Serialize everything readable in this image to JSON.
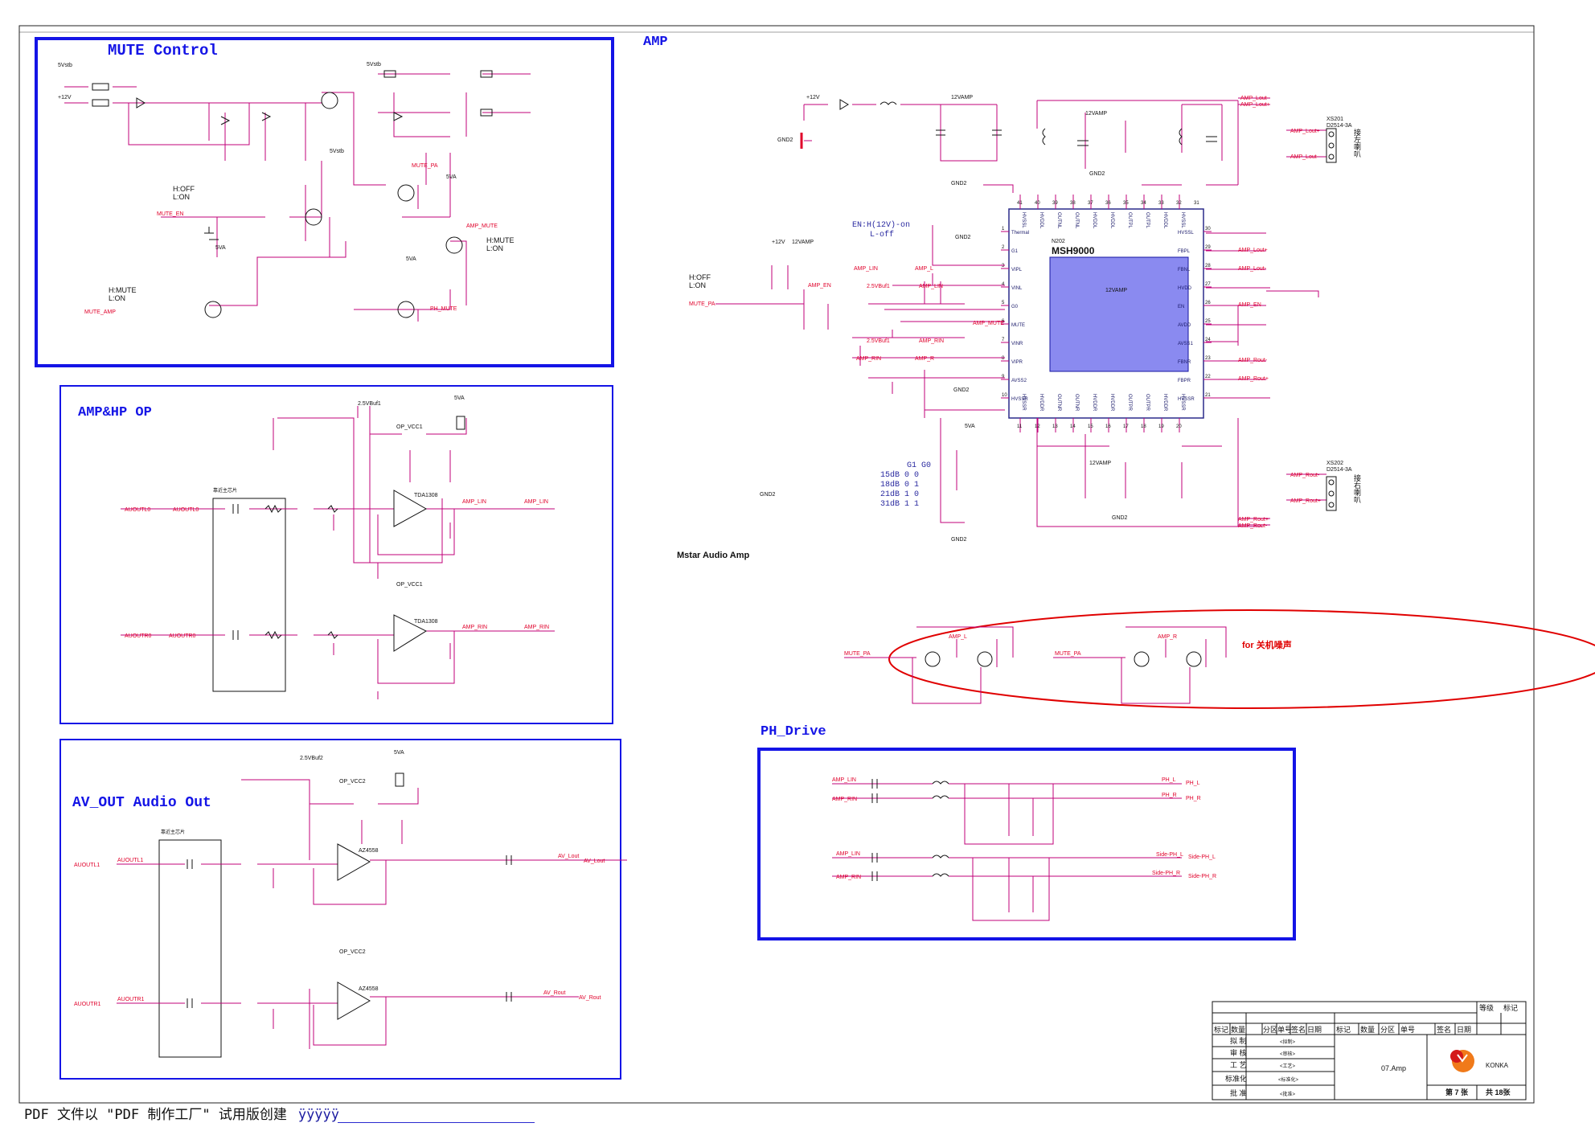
{
  "blocks": {
    "mute_control": "MUTE Control",
    "amp": "AMP",
    "amp_hp_op": "AMP&HP OP",
    "av_out": "AV_OUT Audio Out",
    "ph_drive": "PH_Drive",
    "mstar": "Mstar Audio Amp"
  },
  "chip": {
    "ref": "N202",
    "name": "MSH9000",
    "top_pins": [
      "HVSSL",
      "HVDDL",
      "OUTNL",
      "OUTNL",
      "HVDDL",
      "HVDDL",
      "OUTPL",
      "OUTPL",
      "HVDDL",
      "HVSSL"
    ],
    "top_nums": [
      "41",
      "40",
      "39",
      "38",
      "37",
      "36",
      "35",
      "34",
      "33",
      "32",
      "31"
    ],
    "bottom_pins": [
      "HVSSR",
      "HVDDR",
      "OUTNR",
      "OUTNR",
      "HVDDR",
      "HVDDR",
      "OUTPR",
      "OUTPR",
      "HVDDR",
      "HVSSR"
    ],
    "bottom_nums": [
      "11",
      "12",
      "13",
      "14",
      "15",
      "16",
      "17",
      "18",
      "19",
      "20"
    ],
    "left_pins": [
      "Thermal",
      "G1",
      "VIPL",
      "VINL",
      "G0",
      "MUTE",
      "VINR",
      "VIPR",
      "AVSS2",
      "HVSSR"
    ],
    "left_nums": [
      "1",
      "2",
      "3",
      "4",
      "5",
      "6",
      "7",
      "8",
      "9",
      "10"
    ],
    "right_pins": [
      "HVSSL",
      "FBPL",
      "FBNL",
      "HVDD",
      "EN",
      "AVDD",
      "AVSS1",
      "FBNR",
      "FBPR",
      "HVSSR"
    ],
    "right_nums": [
      "30",
      "29",
      "28",
      "27",
      "26",
      "25",
      "24",
      "23",
      "22",
      "21"
    ]
  },
  "labels": {
    "v5_stb": "5Vstb",
    "v12": "+12V",
    "v5va": "5VA",
    "v12amp": "12VAMP",
    "gnd2": "GND2",
    "v25_buf1": "2.5VBuf1",
    "v25_buf2": "2.5VBuf2",
    "op_vcc1": "OP_VCC1",
    "op_vcc2": "OP_VCC2",
    "mute_en": "MUTE_EN",
    "mute_amp": "MUTE_AMP",
    "mute_pa": "MUTE_PA",
    "amp_mute": "AMP_MUTE",
    "ph_mute": "PH_MUTE",
    "h_off": "H:OFF",
    "l_on": "L:ON",
    "h_mute": "H:MUTE",
    "en_note": "EN:H(12V)-on",
    "en_note2": "L-off",
    "auoutl0": "AUOUTL0",
    "auoutr0": "AUOUTR0",
    "auoutl1": "AUOUTL1",
    "auoutr1": "AUOUTR1",
    "amp_lin": "AMP_LIN",
    "amp_rin": "AMP_RIN",
    "amp_lout": "AMP_Lout+",
    "amp_lout_n": "AMP_Lout-",
    "amp_rout": "AMP_Rout+",
    "amp_rout_n": "AMP_Rout-",
    "amp_l": "AMP_L",
    "amp_r": "AMP_R",
    "amp_en": "AMP_EN",
    "ph_l": "PH_L",
    "ph_r": "PH_R",
    "side_ph_l": "Side-PH_L",
    "side_ph_r": "Side-PH_R",
    "av_lout": "AV_Lout",
    "av_rout": "AV_Rout",
    "main_chip": "靠近主芯片",
    "for_note": "for 关机噪声",
    "xs201": "XS201",
    "xs202": "XS202",
    "d2514": "D2514-3A",
    "spk_l": "接左喇叭",
    "spk_r": "接右喇叭",
    "tda": "TDA1308",
    "az": "AZ4558"
  },
  "gain_table": {
    "header": "G1  G0",
    "rows": [
      "15dB   0   0",
      "18dB   0   1",
      "21dB   1   0",
      "31dB   1   1"
    ]
  },
  "title_block": {
    "grade": "等级",
    "mark": "标记",
    "cols": [
      "标记",
      "数量",
      "分区",
      "单号",
      "签名",
      "日期",
      "标记",
      "数量",
      "分区",
      "单号",
      "签名",
      "日期"
    ],
    "rows": [
      {
        "k": "拟 制",
        "v": "<拟制>"
      },
      {
        "k": "审 核",
        "v": "<审核>"
      },
      {
        "k": "工 艺",
        "v": "<工艺>"
      },
      {
        "k": "标准化",
        "v": "<标准化>"
      },
      {
        "k": "批 准",
        "v": "<批准>"
      }
    ],
    "drawing": "07.Amp",
    "company": "KONKA",
    "sheet": "第 7 张",
    "total": "共 18张"
  },
  "footer": {
    "text": "PDF 文件以 \"PDF 制作工厂\" 试用版创建",
    "tail": "ÿÿÿÿÿ"
  }
}
